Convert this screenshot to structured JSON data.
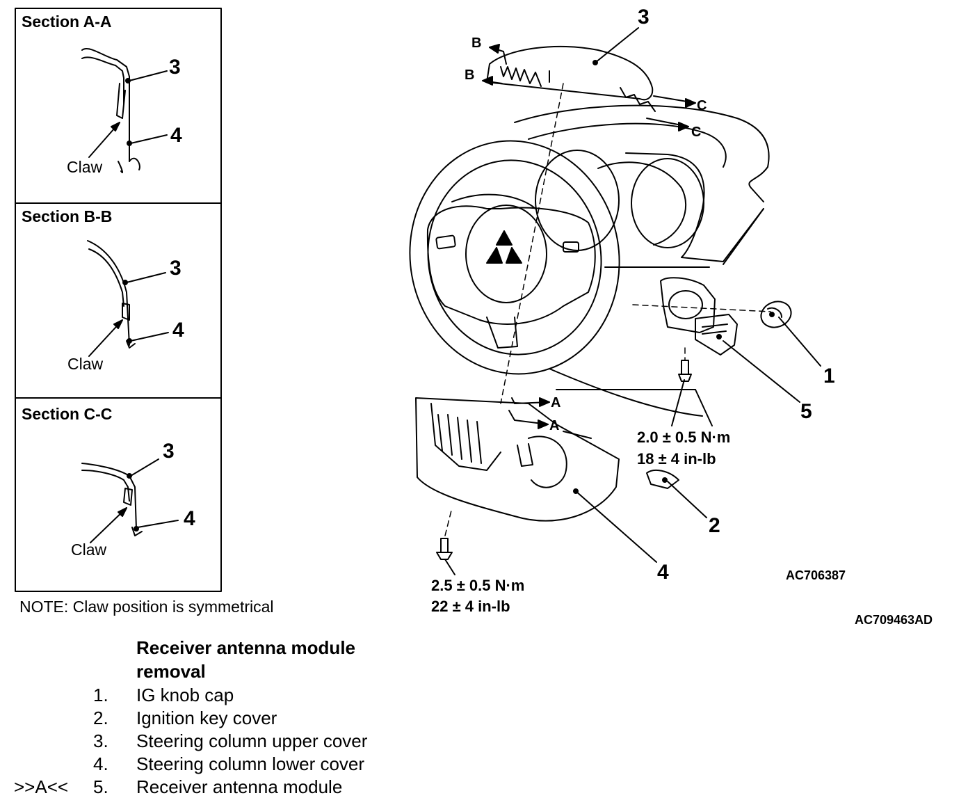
{
  "sections": {
    "a": {
      "title": "Section A-A",
      "upper_label": "3",
      "lower_label": "4",
      "claw_label": "Claw"
    },
    "b": {
      "title": "Section B-B",
      "upper_label": "3",
      "lower_label": "4",
      "claw_label": "Claw"
    },
    "c": {
      "title": "Section C-C",
      "upper_label": "3",
      "lower_label": "4",
      "claw_label": "Claw"
    }
  },
  "note": "NOTE: Claw position is symmetrical",
  "diagram": {
    "callouts": {
      "c1": "1",
      "c2": "2",
      "c3": "3",
      "c4": "4",
      "c5": "5"
    },
    "section_marks": {
      "b1": "B",
      "b2": "B",
      "c1": "C",
      "c2": "C",
      "a1": "A",
      "a2": "A"
    },
    "torque_upper": {
      "nm": "2.0 ± 0.5 N·m",
      "inlb": "18 ± 4 in-lb"
    },
    "torque_lower": {
      "nm": "2.5 ± 0.5 N·m",
      "inlb": "22 ± 4 in-lb"
    },
    "figure_code_inner": "AC706387",
    "figure_code_outer": "AC709463AD"
  },
  "procedure": {
    "title_line1": "Receiver antenna module",
    "title_line2": "removal",
    "items": [
      {
        "marker": "",
        "num": "1.",
        "text": "IG knob cap"
      },
      {
        "marker": "",
        "num": "2.",
        "text": "Ignition key cover"
      },
      {
        "marker": "",
        "num": "3.",
        "text": "Steering column upper cover"
      },
      {
        "marker": "",
        "num": "4.",
        "text": "Steering column lower cover"
      },
      {
        "marker": ">>A<<",
        "num": "5.",
        "text": "Receiver antenna module"
      }
    ]
  }
}
